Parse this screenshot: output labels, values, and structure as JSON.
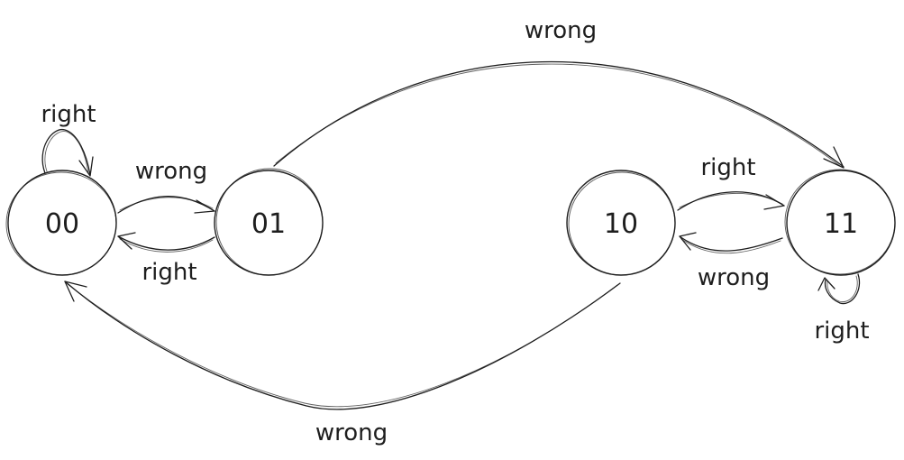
{
  "diagram": {
    "type": "state-machine",
    "states": [
      {
        "id": "s00",
        "label": "00"
      },
      {
        "id": "s01",
        "label": "01"
      },
      {
        "id": "s10",
        "label": "10"
      },
      {
        "id": "s11",
        "label": "11"
      }
    ],
    "transitions": [
      {
        "from": "00",
        "to": "00",
        "label": "right"
      },
      {
        "from": "00",
        "to": "01",
        "label": "wrong"
      },
      {
        "from": "01",
        "to": "00",
        "label": "right"
      },
      {
        "from": "01",
        "to": "11",
        "label": "wrong"
      },
      {
        "from": "10",
        "to": "11",
        "label": "right"
      },
      {
        "from": "11",
        "to": "10",
        "label": "wrong"
      },
      {
        "from": "11",
        "to": "11",
        "label": "right"
      },
      {
        "from": "10",
        "to": "00",
        "label": "wrong"
      }
    ],
    "colors": {
      "stroke": "#1e1e1e",
      "background": "#ffffff"
    }
  }
}
